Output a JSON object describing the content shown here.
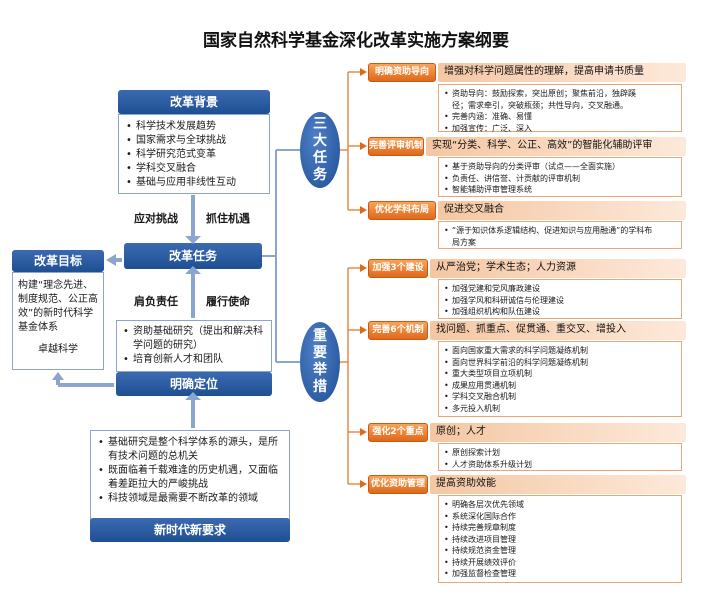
{
  "title": "国家自然科学基金深化改革实施方案纲要",
  "background": {
    "header": "改革背景",
    "items": [
      "科学技术发展趋势",
      "国家需求与全球挑战",
      "科学研究范式变革",
      "学科交叉融合",
      "基础与应用非线性互动"
    ]
  },
  "label_row1": {
    "left": "应对挑战",
    "right": "抓住机遇"
  },
  "task": {
    "header": "改革任务"
  },
  "label_row2": {
    "left": "肩负责任",
    "right": "履行使命"
  },
  "goal": {
    "header": "改革目标",
    "text": "构建“理念先进、制度规范、公正高效”的新时代科学基金体系",
    "sub": "卓越科学"
  },
  "position": {
    "items": [
      "资助基础研究（提出和解决科学问题的研究）",
      "培育创新人才和团队"
    ],
    "header": "明确定位"
  },
  "requirements": {
    "items": [
      "基础研究是整个科学体系的源头，是所有技术问题的总机关",
      "既面临着千载难逢的历史机遇，又面临着差距拉大的严峻挑战",
      "科技领域是最需要不断改革的领域"
    ],
    "header": "新时代新要求"
  },
  "ovals": {
    "tasks": "三\n大\n任\n务",
    "measures": "重\n要\n举\n措"
  },
  "tasks": [
    {
      "btn": "明确资助导向",
      "head": "增强对科学问题属性的理解，提高申请书质量",
      "items": [
        "资助导向：鼓励探索，突出原创；聚焦前沿，独辟蹊径；需求牵引，突破瓶颈；共性导向，交叉融通。",
        "完善内涵：准确、易懂",
        "加强宣传：广泛、深入"
      ]
    },
    {
      "btn": "完善评审机制",
      "head": "实现“分类、科学、公正、高效”的智能化辅助评审",
      "items": [
        "基于资助导向的分类评审（试点——全面实施）",
        "负责任、讲信誉、计贡献的评审机制",
        "智能辅助评审管理系统"
      ]
    },
    {
      "btn": "优化学科布局",
      "head": "促进交叉融合",
      "items": [
        "“源于知识体系逻辑结构、促进知识与应用融通”的学科布局方案"
      ]
    }
  ],
  "measures": [
    {
      "btn": "加强3个建设",
      "head": "从严治党；学术生态；人力资源",
      "items": [
        "加强党建和党风廉政建设",
        "加强学风和科研诚信与伦理建设",
        "加强组织机构和队伍建设"
      ]
    },
    {
      "btn": "完善6个机制",
      "head": "找问题、抓重点、促贯通、重交叉、增投入",
      "items": [
        "面向国家重大需求的科学问题凝练机制",
        "面向世界科学前沿的科学问题凝练机制",
        "重大类型项目立项机制",
        "成果应用贯通机制",
        "学科交叉融合机制",
        "多元投入机制"
      ]
    },
    {
      "btn": "强化2个重点",
      "head": "原创；人才",
      "items": [
        "原创探索计划",
        "人才资助体系升级计划"
      ]
    },
    {
      "btn": "优化资助管理",
      "head": "提高资助效能",
      "items": [
        "明确各层次优先领域",
        "系统深化国际合作",
        "持续完善规章制度",
        "持续改进项目管理",
        "持续规范资金管理",
        "持续开展绩效评价",
        "加强监督检查管理"
      ]
    }
  ]
}
